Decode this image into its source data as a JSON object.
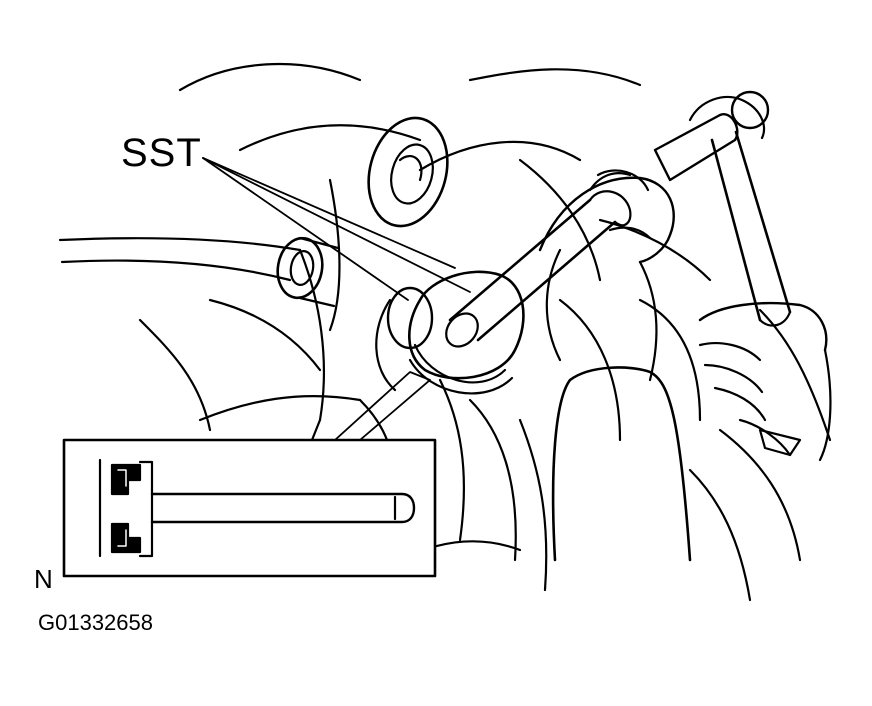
{
  "labels": {
    "sst": "SST",
    "n_marker": "N",
    "figure_id": "G01332658"
  },
  "colors": {
    "ink": "#000000",
    "paper": "#ffffff"
  }
}
